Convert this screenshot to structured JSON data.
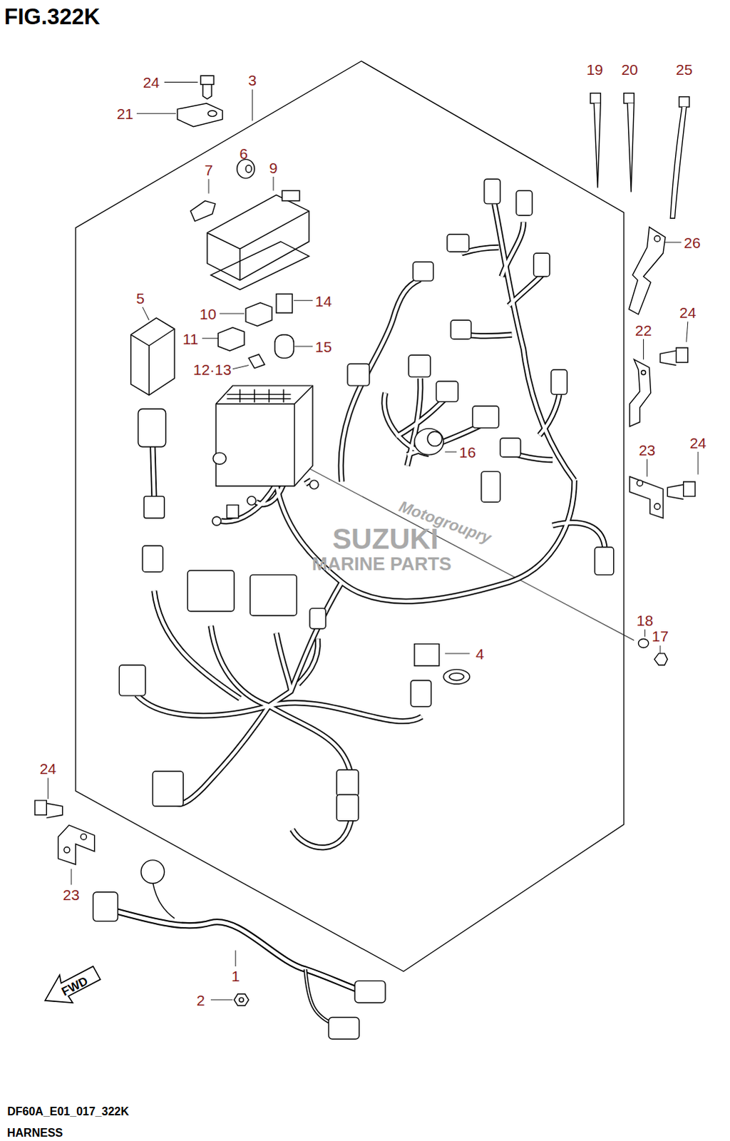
{
  "diagram": {
    "title": "FIG.322K",
    "caption": "HARNESS",
    "labels": [
      "24",
      "3",
      "21",
      "6",
      "9",
      "7",
      "19",
      "20",
      "25",
      "26",
      "5",
      "10",
      "14",
      "11",
      "15",
      "12·13",
      "24",
      "22",
      "16",
      "23",
      "24",
      "18",
      "17",
      "4",
      "24",
      "23",
      "1",
      "2",
      "Motogroupry",
      "SUZUKI",
      "MARINE PARTS",
      "FWD",
      "DF60A_E01_017_322K"
    ]
  }
}
